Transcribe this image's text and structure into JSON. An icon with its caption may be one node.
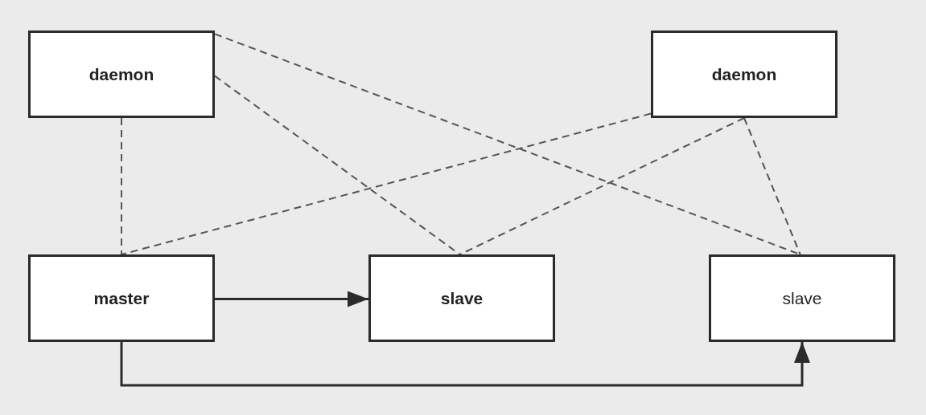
{
  "diagram": {
    "nodes": [
      {
        "text": [
          "daemon"
        ]
      },
      {
        "text": [
          "daemon"
        ]
      },
      {
        "text": [
          "master"
        ]
      },
      {
        "text": [
          "slave"
        ]
      },
      {
        "text": [
          "slave"
        ]
      }
    ],
    "edges": [
      {
        "from": 0,
        "to": 2,
        "arrow": "none",
        "style": "dashed"
      },
      {
        "from": 0,
        "to": 3,
        "arrow": "none",
        "style": "dashed"
      },
      {
        "from": 0,
        "to": 4,
        "arrow": "none",
        "style": "dashed"
      },
      {
        "from": 1,
        "to": 2,
        "arrow": "none",
        "style": "dashed"
      },
      {
        "from": 1,
        "to": 3,
        "arrow": "none",
        "style": "dashed"
      },
      {
        "from": 1,
        "to": 4,
        "arrow": "none",
        "style": "dashed"
      },
      {
        "from": 2,
        "to": 3,
        "arrow": "to"
      },
      {
        "from": 2,
        "to": 4,
        "arrow": "to"
      }
    ]
  }
}
